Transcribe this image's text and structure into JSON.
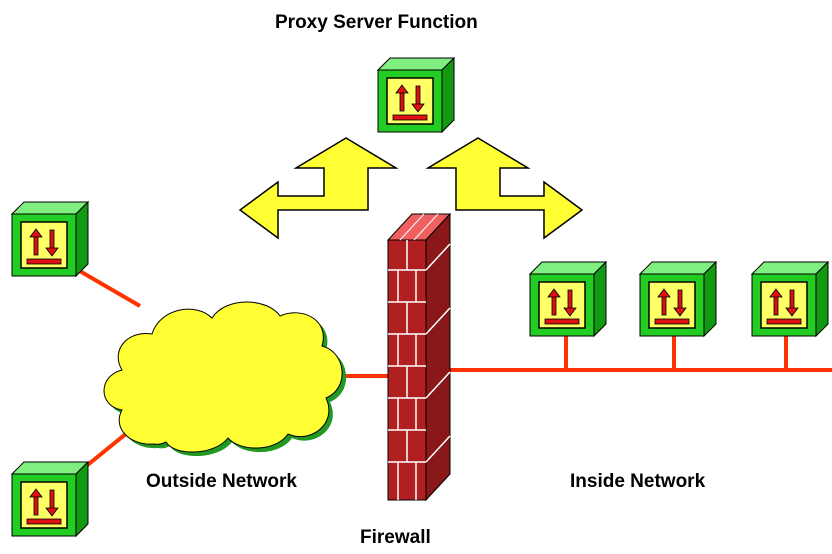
{
  "labels": {
    "proxy_server": "Proxy Server Function",
    "outside_network": "Outside Network",
    "inside_network": "Inside Network",
    "firewall": "Firewall"
  },
  "colors": {
    "cube_face": "#22cc22",
    "cube_top": "#7ff07f",
    "cube_side": "#119911",
    "screen": "#ffff66",
    "screen_symbol": "#dd1111",
    "link": "#ff3300",
    "cloud": "#ffff33",
    "arrow": "#ffff33",
    "brick": "#b02020",
    "brick_top": "#f06060",
    "mortar": "#ffffff"
  },
  "icons": {
    "device": "server-cube-icon",
    "cloud": "cloud-icon",
    "firewall": "brick-wall-icon",
    "arrow": "double-arrow-icon"
  }
}
